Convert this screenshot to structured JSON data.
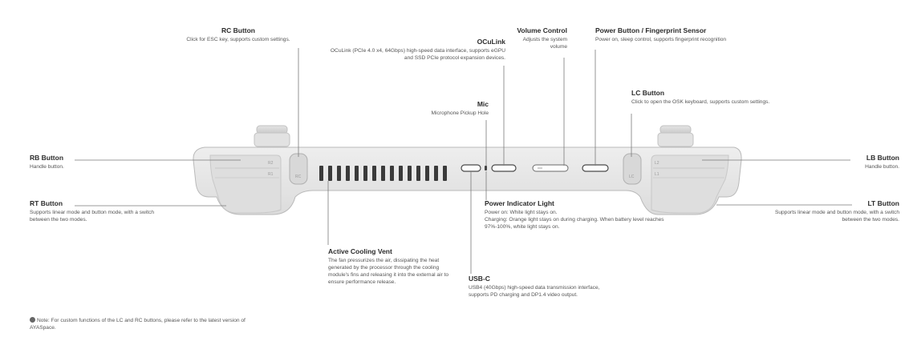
{
  "callouts": {
    "rc": {
      "title": "RC Button",
      "desc": "Click for ESC key, supports custom settings."
    },
    "oculink": {
      "title": "OCuLink",
      "desc": "OCuLink (PCIe 4.0 x4, 64Gbps) high-speed data interface, supports eGPU and SSD PCIe protocol expansion devices."
    },
    "volume": {
      "title": "Volume Control",
      "desc": "Adjusts the system volume"
    },
    "power": {
      "title": "Power Button / Fingerprint Sensor",
      "desc": "Power on, sleep control, supports fingerprint recognition"
    },
    "lc": {
      "title": "LC Button",
      "desc": "Click to open the OSK keyboard, supports custom settings."
    },
    "mic": {
      "title": "Mic",
      "desc": "Microphone Pickup Hole"
    },
    "rb": {
      "title": "RB Button",
      "desc": "Handle button."
    },
    "lb": {
      "title": "LB Button",
      "desc": "Handle button."
    },
    "rt": {
      "title": "RT Button",
      "desc": "Supports linear mode and button mode, with a switch between the two modes."
    },
    "lt": {
      "title": "LT Button",
      "desc": "Supports linear mode and button mode, with a switch between the two modes."
    },
    "indicator": {
      "title": "Power Indicator Light",
      "desc1": "Power on: White light stays on.",
      "desc2": "Charging: Orange light stays on during charging. When battery level reaches 97%-100%, white light stays on."
    },
    "vent": {
      "title": "Active Cooling Vent",
      "desc": "The fan pressurizes the air, dissipating the heat generated by the processor through the cooling module's fins and releasing it into the external air to ensure performance release."
    },
    "usbc": {
      "title": "USB-C",
      "desc": "USB4 (40Gbps) high-speed data transmission interface, supports PD charging and DP1.4 video output."
    }
  },
  "note": "Note: For custom functions of the LC and RC buttons, please refer to the latest version of AYASpace.",
  "device_marks": {
    "r2": "R2",
    "r1": "R1",
    "l2": "L2",
    "l1": "L1",
    "rc": "RC",
    "lc": "LC"
  },
  "colors": {
    "body": "#e6e6e6",
    "outline": "#b9b9b9",
    "line": "#7a7a7a",
    "vent": "#3a3a3a"
  }
}
